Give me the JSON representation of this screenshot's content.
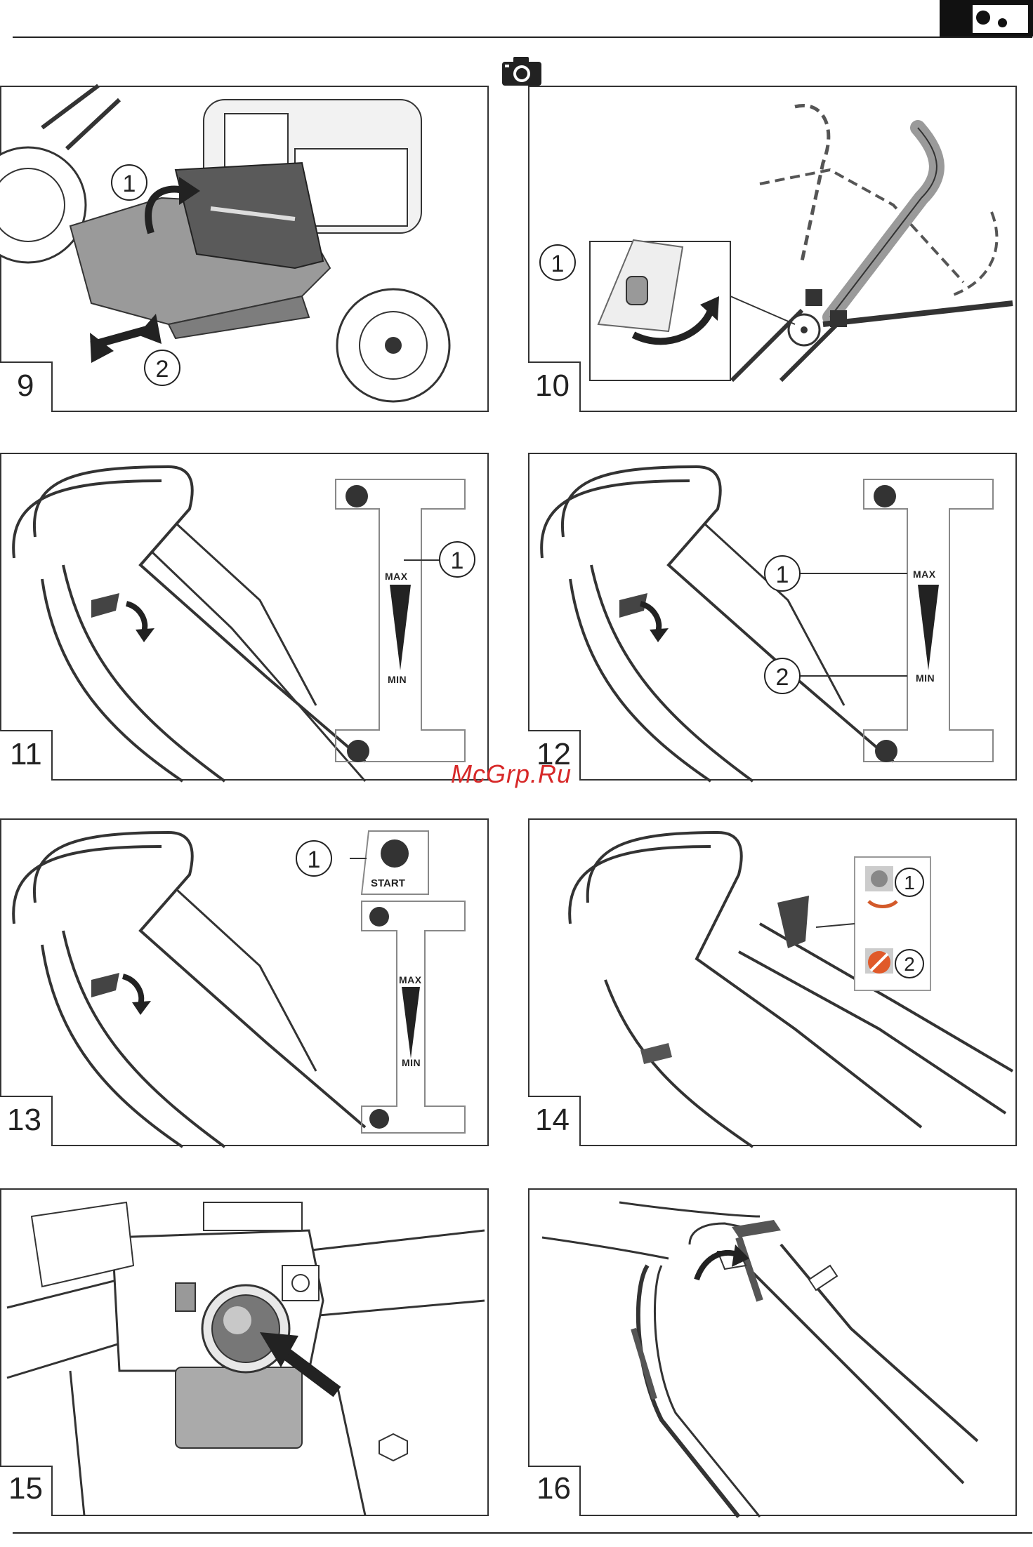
{
  "page": {
    "watermark": "McGrp.Ru",
    "header_icon": "camera-icon"
  },
  "panels": [
    {
      "number": "9",
      "callouts": [
        "1",
        "2"
      ],
      "illustration": "lawnmower-rear-flap-illustration"
    },
    {
      "number": "10",
      "callouts": [
        "1"
      ],
      "illustration": "handle-folding-illustration"
    },
    {
      "number": "11",
      "callouts": [
        "1"
      ],
      "gauge": {
        "max": "MAX",
        "min": "MIN"
      },
      "illustration": "throttle-lever-illustration"
    },
    {
      "number": "12",
      "callouts": [
        "1",
        "2"
      ],
      "gauge": {
        "max": "MAX",
        "min": "MIN"
      },
      "illustration": "throttle-lever-illustration"
    },
    {
      "number": "13",
      "callouts": [
        "1"
      ],
      "start": "START",
      "gauge": {
        "max": "MAX",
        "min": "MIN"
      },
      "illustration": "throttle-lever-illustration"
    },
    {
      "number": "14",
      "callouts": [
        "1",
        "2"
      ],
      "illustration": "drive-lever-illustration"
    },
    {
      "number": "15",
      "callouts": [],
      "illustration": "fuel-primer-illustration"
    },
    {
      "number": "16",
      "callouts": [],
      "illustration": "brake-handle-illustration"
    }
  ]
}
